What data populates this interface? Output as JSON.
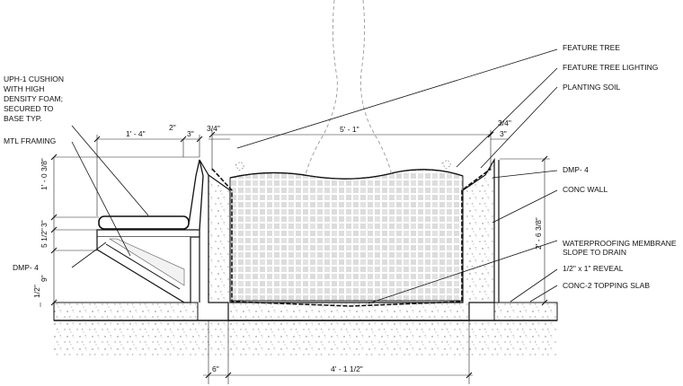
{
  "callouts": {
    "feature_tree": "FEATURE TREE",
    "feature_tree_lighting": "FEATURE TREE LIGHTING",
    "planting_soil": "PLANTING SOIL",
    "dmp4_right": "DMP- 4",
    "conc_wall": "CONC WALL",
    "waterproofing_1": "WATERPROOFING MEMBRANE",
    "waterproofing_2": "SLOPE TO DRAIN",
    "reveal": "1/2\" x 1\" REVEAL",
    "topping_slab": "CONC-2 TOPPING SLAB",
    "cushion_1": "UPH-1 CUSHION",
    "cushion_2": "WITH HIGH",
    "cushion_3": "DENSITY FOAM;",
    "cushion_4": "SECURED TO",
    "cushion_5": "BASE TYP.",
    "mtl_framing": "MTL FRAMING",
    "dmp4_left": "DMP- 4"
  },
  "dimensions": {
    "bench_width": "1' - 4\"",
    "gap_2": "2\"",
    "gap_3_left": "3\"",
    "gap_34_left": "3/4\"",
    "planter_width": "5' - 1\"",
    "gap_34_right": "3/4\"",
    "gap_3_right": "3\"",
    "bench_back_height": "1' - 0 3/8\"",
    "cushion_height": "3\"",
    "seat_height": "5 1/2\"",
    "base_height": "9\"",
    "slab_height": "1/2\"",
    "wall_height": "2' - 6 3/8\"",
    "footing_6": "6\"",
    "footing_width": "4' - 1 1/2\""
  }
}
